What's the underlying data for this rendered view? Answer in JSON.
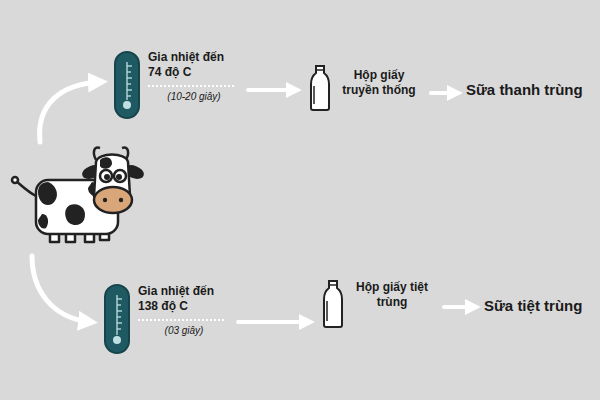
{
  "diagram": {
    "nodes": [
      {
        "text": [
          "Gia nhiệt đến 74 độ C",
          "(10-20 giây)"
        ]
      },
      {
        "text": [
          "Hộp giấy truyền thống"
        ]
      },
      {
        "text": [
          "Sữa thanh trùng"
        ]
      },
      {
        "text": [
          "Gia nhiệt đến 138 độ C",
          "(03 giây)"
        ]
      },
      {
        "text": [
          "Hộp giấy tiệt trùng"
        ]
      },
      {
        "text": [
          "Sữa tiệt trùng"
        ]
      }
    ],
    "edges": [
      {
        "from": 0,
        "to": 1,
        "arrow": "to"
      },
      {
        "from": 1,
        "to": 2,
        "arrow": "to"
      },
      {
        "from": 3,
        "to": 4,
        "arrow": "to"
      },
      {
        "from": 4,
        "to": 5,
        "arrow": "to"
      }
    ]
  }
}
